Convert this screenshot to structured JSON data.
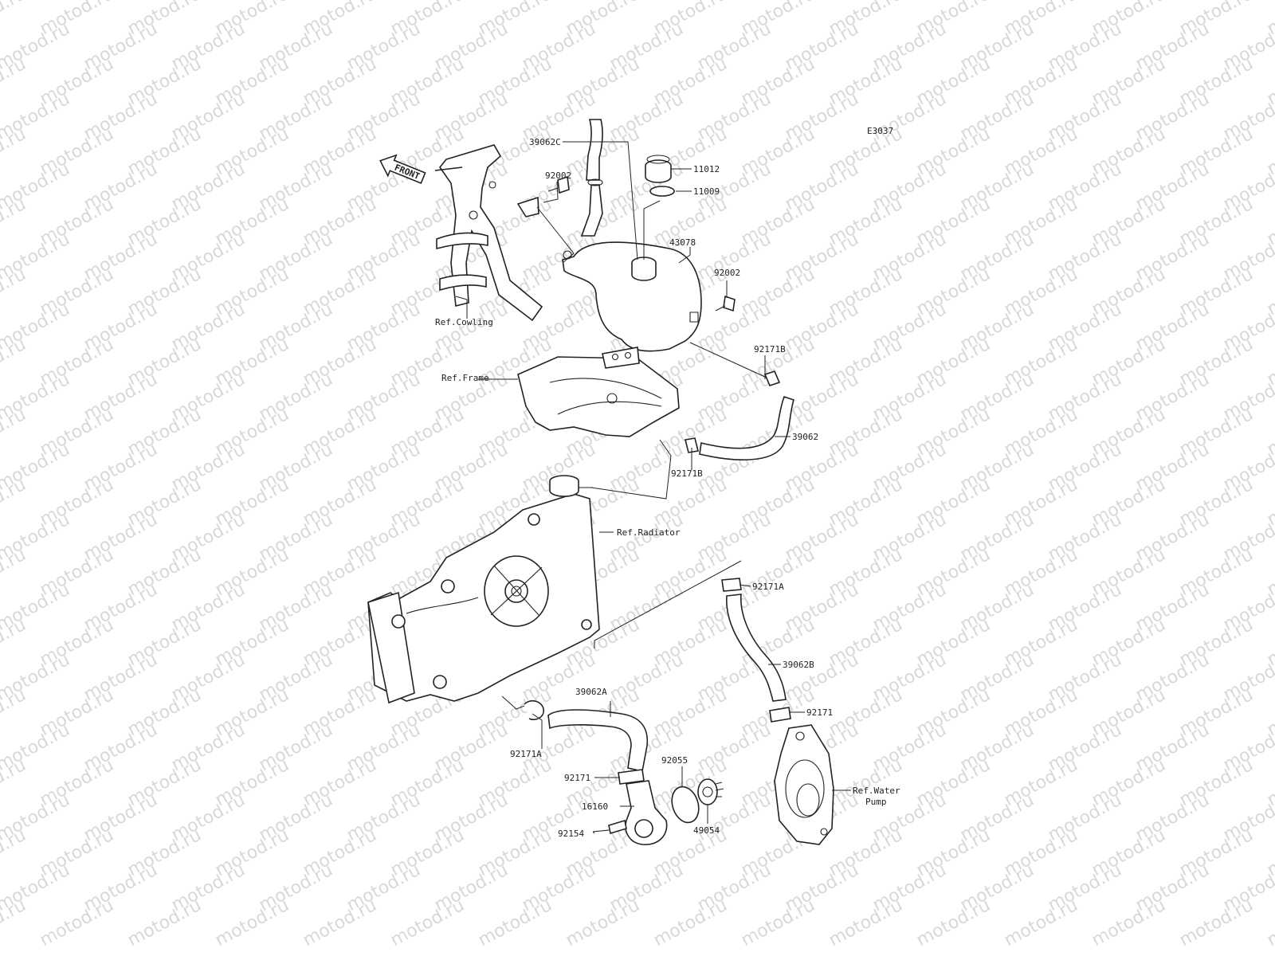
{
  "watermark": {
    "text": "motod.ru"
  },
  "diagram_code": "E3037",
  "front_label": "FRONT",
  "labels": {
    "p39062C": "39062C",
    "p92002_a": "92002",
    "p11012": "11012",
    "p11009": "11009",
    "p43078": "43078",
    "p92002_b": "92002",
    "ref_cowling": "Ref.Cowling",
    "p92171B_a": "92171B",
    "ref_frame": "Ref.Frame",
    "p39062": "39062",
    "p92171B_b": "92171B",
    "ref_radiator": "Ref.Radiator",
    "p92171A_a": "92171A",
    "p39062B": "39062B",
    "p39062A": "39062A",
    "p92171_a": "92171",
    "p92171A_b": "92171A",
    "p92055": "92055",
    "p92171_b": "92171",
    "p16160": "16160",
    "p92154": "92154",
    "p49054": "49054",
    "ref_water_pump_1": "Ref.Water",
    "ref_water_pump_2": "Pump"
  }
}
